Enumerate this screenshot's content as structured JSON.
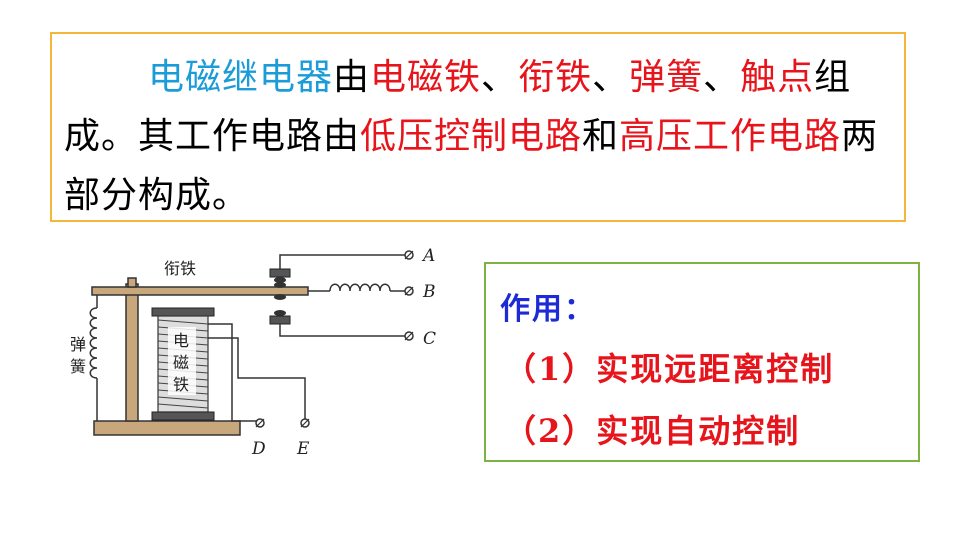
{
  "paragraph": {
    "s1": "电磁继电器",
    "s2": "由",
    "s3": "电磁铁",
    "s4": "、",
    "s5": "衔铁",
    "s6": "、",
    "s7": "弹簧",
    "s8": "、",
    "s9": "触点",
    "s10": "组成。其工作电路由",
    "s11": "低压控制电路",
    "s12": "和",
    "s13": "高压工作电路",
    "s14": "两部分构成。"
  },
  "diagram": {
    "armature_label": "衔铁",
    "spring_label_1": "弹",
    "spring_label_2": "簧",
    "magnet_label_1": "电",
    "magnet_label_2": "磁",
    "magnet_label_3": "铁",
    "terminal_a": "A",
    "terminal_b": "B",
    "terminal_c": "C",
    "terminal_d": "D",
    "terminal_e": "E"
  },
  "roles": {
    "title": "作用：",
    "item1": "（1）实现远距离控制",
    "item2": "（2）实现自动控制"
  },
  "colors": {
    "keyword_blue": "#1b9bd7",
    "keyword_red": "#e8141b",
    "orange_border": "#f5b63c",
    "green_border": "#7cb342",
    "title_blue": "#1d2bd6"
  }
}
